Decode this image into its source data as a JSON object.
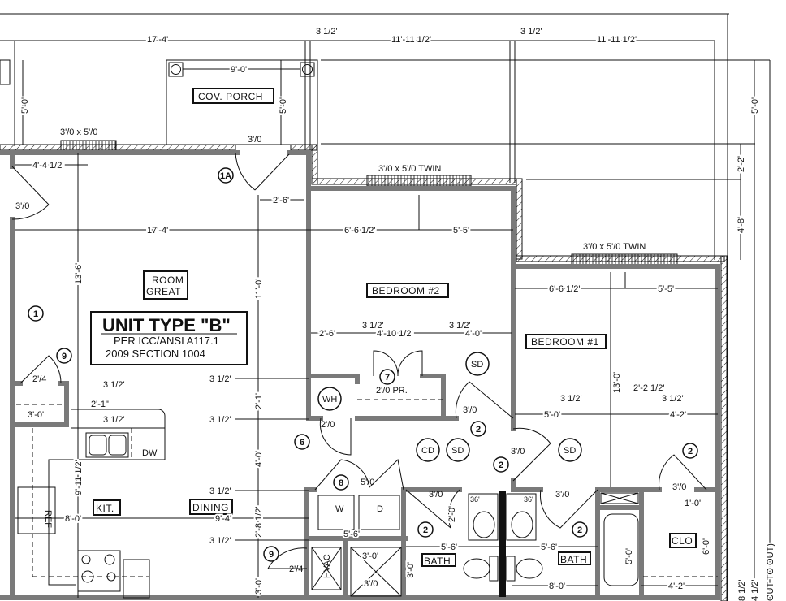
{
  "title_block": {
    "title": "UNIT TYPE \"B\"",
    "line1": "PER ICC/ANSI A117.1",
    "line2": "2009 SECTION 1004"
  },
  "rooms": {
    "porch": "COV. PORCH",
    "great_room_1": "ROOM",
    "great_room_2": "GREAT",
    "bedroom2": "BEDROOM #2",
    "bedroom1": "BEDROOM #1",
    "kitchen": "KIT.",
    "dining": "DINING",
    "bath_a": "BATH",
    "bath_b": "BATH",
    "closet": "CLO"
  },
  "fixtures": {
    "dw": "DW",
    "ref": "REF",
    "wh": "WH",
    "washer": "W",
    "dryer": "D",
    "hvac": "HVAC",
    "cd": "CD",
    "sd1": "SD",
    "sd2": "SD",
    "sd3": "SD",
    "lav1": "36'",
    "lav2": "36'"
  },
  "keys": [
    "1A",
    "1",
    "9",
    "7",
    "2",
    "6",
    "2",
    "2",
    "8",
    "2",
    "2",
    "9",
    "2"
  ],
  "windows": [
    "3'/0 x 5'/0",
    "3'/0 x 5'/0 TWIN",
    "3'/0 x 5'/0 TWIN"
  ],
  "doors": [
    "3'/0",
    "3'/0",
    "2'/4",
    "2'/0",
    "2'/0 PR.",
    "3'/0",
    "3'/0",
    "5'/0",
    "3'/0",
    "3'/0",
    "3'/0",
    "2'/4",
    "3'/0"
  ],
  "dimensions": {
    "top": [
      "17'-4'",
      "3 1/2'",
      "11'-11 1/2'",
      "3 1/2'",
      "11'-11 1/2'"
    ],
    "porch": [
      "9'-0'",
      "5'-0'",
      "5'-0'"
    ],
    "right": [
      "5'-0'",
      "2'-2'",
      "4'-8'",
      "8 1/2'",
      "4 1/2'",
      "OUT TO OUT)"
    ],
    "great_room": [
      "4'-4 1/2'",
      "2'-6'",
      "17'-4'",
      "6'-6 1/2'",
      "5'-5'",
      "13'-6'",
      "11'-0'",
      "9'-11 1/2'",
      "8'-0'",
      "9'-4'"
    ],
    "bedroom1": [
      "6'-6 1/2'",
      "5'-5'",
      "13'-0'",
      "3 1/2'",
      "2'-2 1/2'",
      "3 1/2'",
      "5'-0'",
      "4'-2'",
      "1'-0'",
      "6'-0'",
      "5'-0'",
      "8'-0'",
      "4'-2'"
    ],
    "bedroom2": [
      "2'-6'",
      "3 1/2'",
      "4'-10 1/2'",
      "3 1/2'",
      "4'-0'"
    ],
    "kitchen": [
      "3 1/2'",
      "2'-1\"",
      "3'-0'",
      "3 1/2'"
    ],
    "center": [
      "3 1/2'",
      "3 1/2'",
      "3 1/2'",
      "3 1/2'",
      "2'-1'",
      "4'-0'",
      "2'-8 1/2'",
      "3'-0'"
    ],
    "utility": [
      "5'-6'",
      "3'-0'",
      "3'-0'"
    ],
    "baths": [
      "2'-0'",
      "5'-6'",
      "5'-6'"
    ]
  }
}
